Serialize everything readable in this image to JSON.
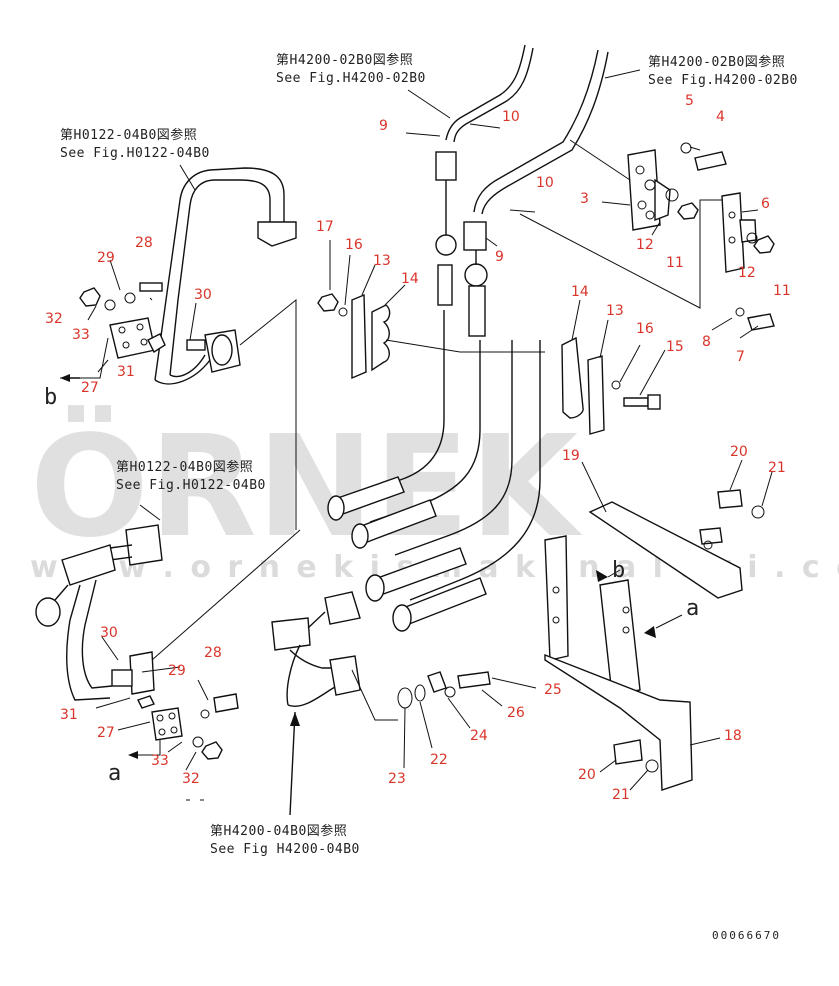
{
  "references": {
    "h4200_02b0_left_jp": "第H4200-02B0図参照",
    "h4200_02b0_left_en": "See Fig.H4200-02B0",
    "h4200_02b0_right_jp": "第H4200-02B0図参照",
    "h4200_02b0_right_en": "See Fig.H4200-02B0",
    "h0122_top_jp": "第H0122-04B0図参照",
    "h0122_top_en": "See Fig.H0122-04B0",
    "h0122_mid_jp": "第H0122-04B0図参照",
    "h0122_mid_en": "See Fig.H0122-04B0",
    "h4200_04b0_jp": "第H4200-04B0図参照",
    "h4200_04b0_en": "See Fig H4200-04B0"
  },
  "part_numbers": {
    "p9a": "9",
    "p10a": "10",
    "p5": "5",
    "p4": "4",
    "p10b": "10",
    "p3": "3",
    "p6": "6",
    "p12a": "12",
    "p11a": "11",
    "p12b": "12",
    "p11b": "11",
    "p9b": "9",
    "p17": "17",
    "p16a": "16",
    "p13a": "13",
    "p14a": "14",
    "p28a": "28",
    "p29a": "29",
    "p30a": "30",
    "p32a": "32",
    "p33a": "33",
    "p31a": "31",
    "p27a": "27",
    "p8": "8",
    "p7": "7",
    "p14b": "14",
    "p13b": "13",
    "p16b": "16",
    "p15": "15",
    "p19": "19",
    "p20a": "20",
    "p21a": "21",
    "p30b": "30",
    "p28b": "28",
    "p29b": "29",
    "p31b": "31",
    "p27b": "27",
    "p33b": "33",
    "p32b": "32",
    "p25": "25",
    "p26": "26",
    "p24": "24",
    "p22": "22",
    "p23": "23",
    "p18": "18",
    "p20b": "20",
    "p21b": "21"
  },
  "callouts": {
    "b_top": "b",
    "b_mid": "b",
    "a_mid": "a",
    "a_bottom": "a"
  },
  "watermark": {
    "brand": "ÖRNEK",
    "url": "w w w . o r n e k i s m a k i n a l a r i . c o m . t r"
  },
  "drawing_number": "00066670"
}
